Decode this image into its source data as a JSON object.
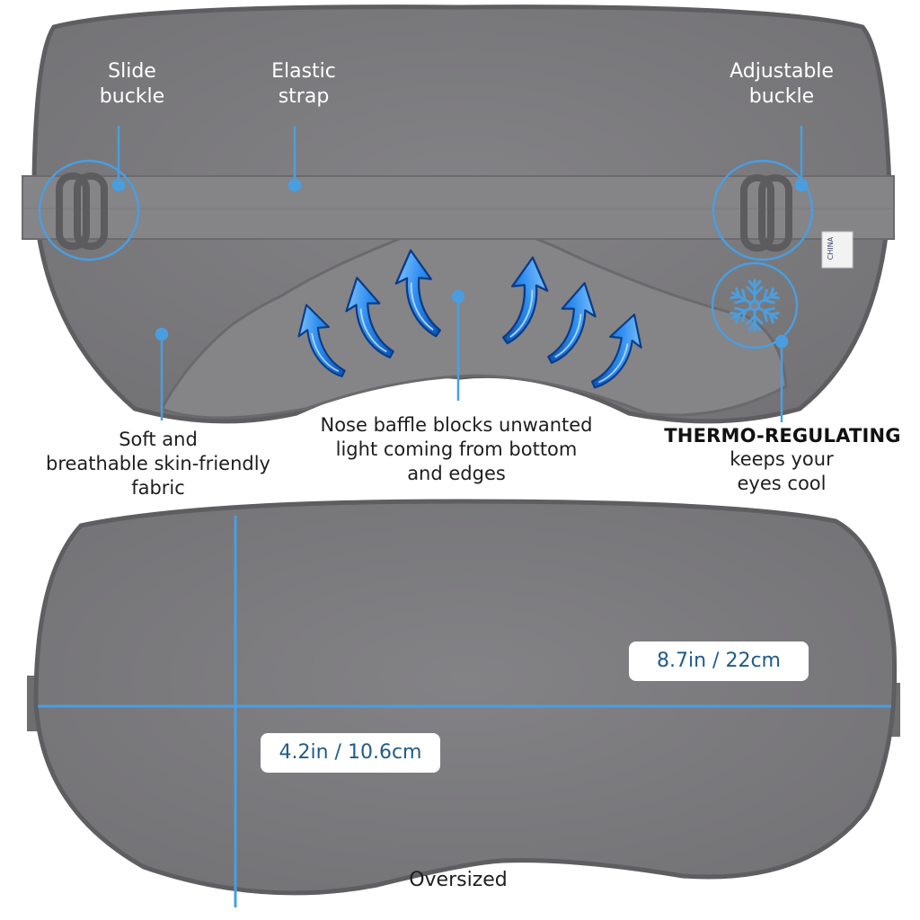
{
  "callouts": {
    "slide_buckle": "Slide\nbuckle",
    "elastic_strap": "Elastic\nstrap",
    "adjustable_buckle": "Adjustable\nbuckle",
    "soft_fabric": "Soft and\nbreathable skin-friendly\nfabric",
    "nose_baffle": "Nose baffle blocks unwanted\nlight coming from bottom\nand edges",
    "thermo_title": "THERMO-REGULATING",
    "thermo_sub": "keeps your\neyes cool"
  },
  "dimensions": {
    "width": "8.7in / 22cm",
    "height": "4.2in / 10.6cm"
  },
  "caption": "Oversized",
  "tag_text": "CHINA",
  "icons": {
    "cooling": "snowflake-icon",
    "airflow": "curved-arrow-icon"
  },
  "colors": {
    "mask_fill": "#7d7c7e",
    "mask_edge": "#5e5d60",
    "accent_blue": "#4a9ee0",
    "arrow_blue": "#1a73d6",
    "dimension_text": "#1f5b8e"
  }
}
